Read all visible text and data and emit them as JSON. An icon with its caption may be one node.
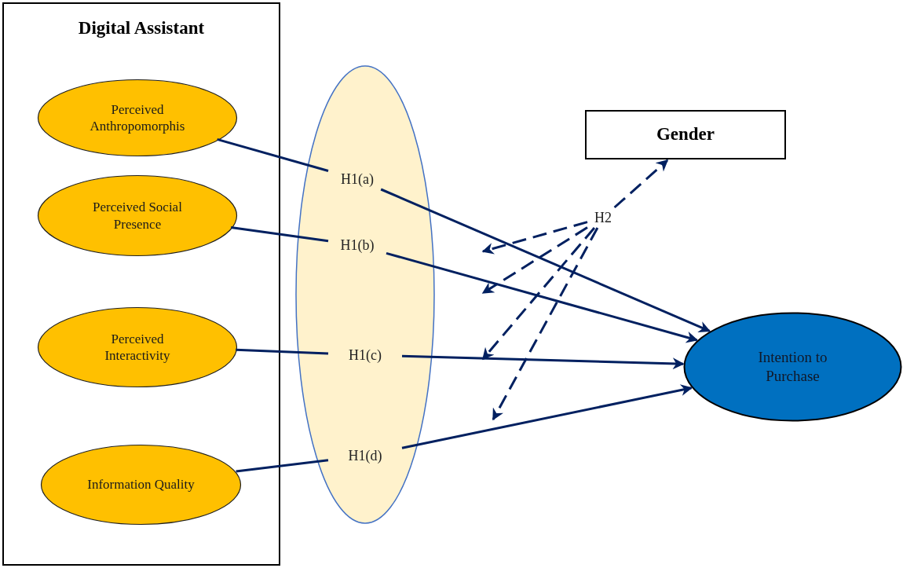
{
  "diagram": {
    "nodes": [
      {
        "text": [
          "Digital Assistant"
        ]
      },
      {
        "text": [
          "Perceived Anthropomorphis"
        ],
        "in": 0
      },
      {
        "text": [
          "Perceived Social Presence"
        ],
        "in": 0
      },
      {
        "text": [
          "Perceived Interactivity"
        ],
        "in": 0
      },
      {
        "text": [
          "Information Quality"
        ],
        "in": 0
      },
      {
        "text": [],
        "shape": "ellipse"
      },
      {
        "text": [
          "H1(a)"
        ],
        "in": 5
      },
      {
        "text": [
          "H1(b)"
        ],
        "in": 5
      },
      {
        "text": [
          "H1(c)"
        ],
        "in": 5
      },
      {
        "text": [
          "H1(d)"
        ],
        "in": 5
      },
      {
        "text": [
          "Gender"
        ]
      },
      {
        "text": [
          "H2"
        ]
      },
      {
        "text": [
          "Intention to Purchase"
        ]
      }
    ],
    "edges": [
      {
        "from": 1,
        "to": 6,
        "arrow": "none"
      },
      {
        "from": 6,
        "to": 12,
        "arrow": "to"
      },
      {
        "from": 2,
        "to": 7,
        "arrow": "none"
      },
      {
        "from": 7,
        "to": 12,
        "arrow": "to"
      },
      {
        "from": 3,
        "to": 8,
        "arrow": "none"
      },
      {
        "from": 8,
        "to": 12,
        "arrow": "to"
      },
      {
        "from": 4,
        "to": 9,
        "arrow": "none"
      },
      {
        "from": 9,
        "to": 12,
        "arrow": "to"
      },
      {
        "from": 11,
        "to": 10,
        "arrow": "to",
        "style": "dashed"
      },
      {
        "from": 11,
        "to": null,
        "arrow": "to",
        "style": "dashed"
      },
      {
        "from": 11,
        "to": null,
        "arrow": "to",
        "style": "dashed"
      },
      {
        "from": 11,
        "to": null,
        "arrow": "to",
        "style": "dashed"
      },
      {
        "from": 11,
        "to": null,
        "arrow": "to",
        "style": "dashed"
      }
    ]
  }
}
